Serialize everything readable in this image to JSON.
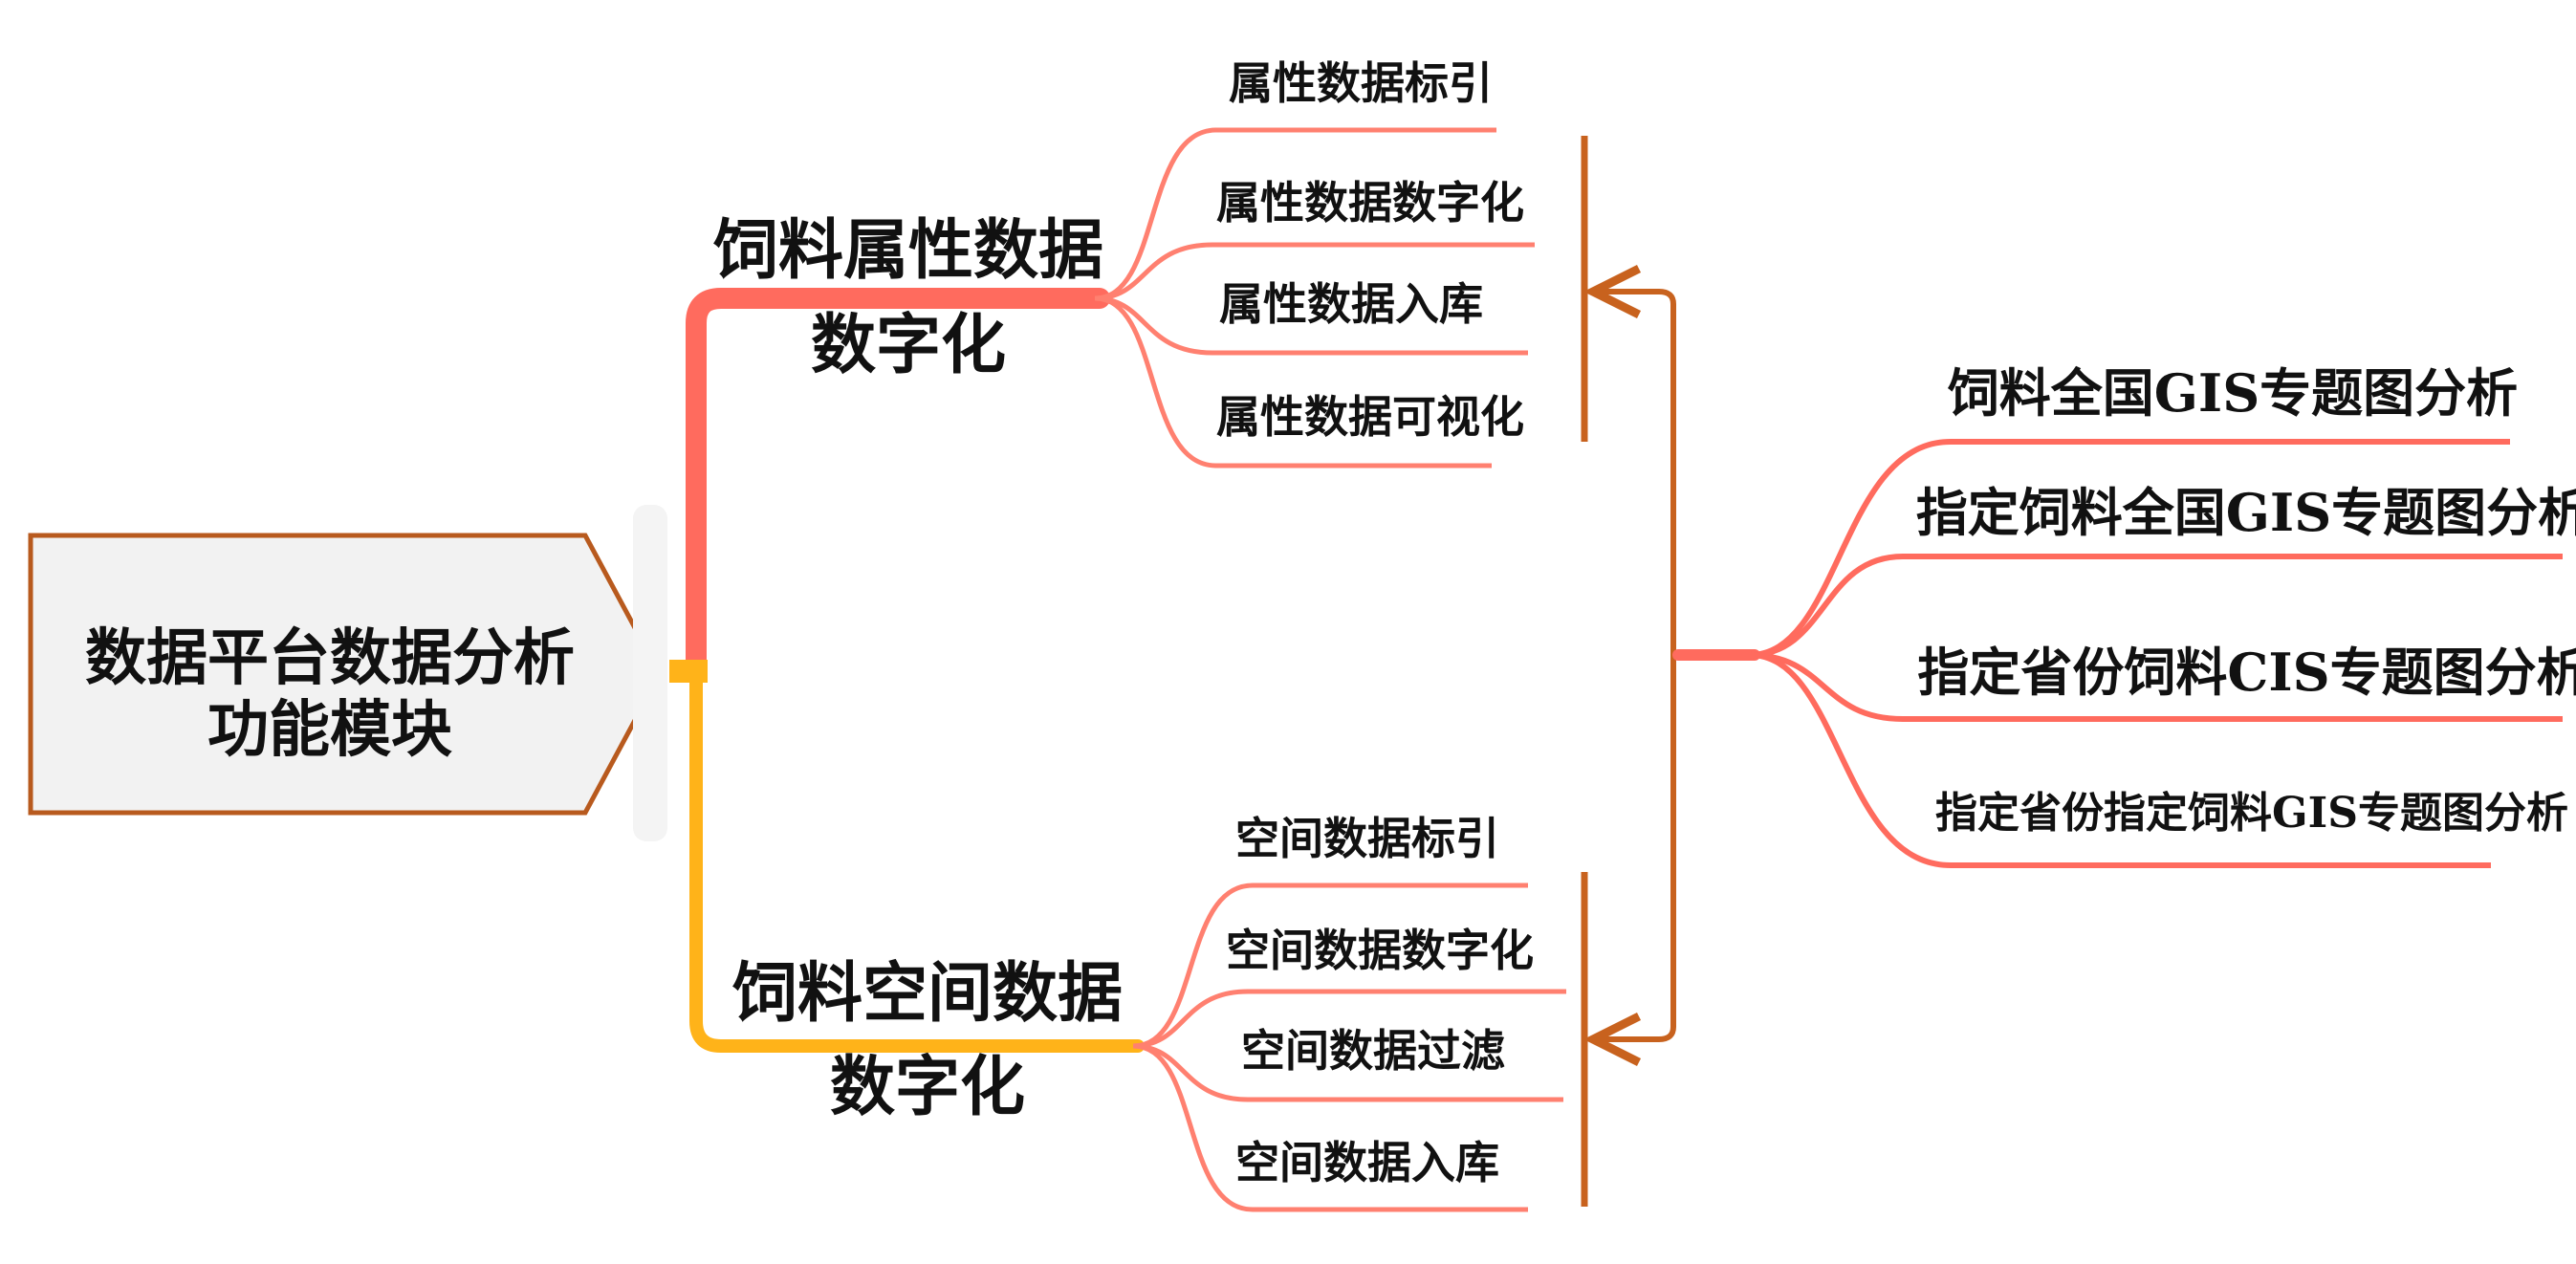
{
  "root": {
    "line1": "数据平台数据分析",
    "line2": "功能模块"
  },
  "branch_attribute": {
    "line1": "饲料属性数据",
    "line2": "数字化",
    "items": [
      "属性数据标引",
      "属性数据数字化",
      "属性数据入库",
      "属性数据可视化"
    ]
  },
  "branch_spatial": {
    "line1": "饲料空间数据",
    "line2": "数字化",
    "items": [
      "空间数据标引",
      "空间数据数字化",
      "空间数据过滤",
      "空间数据入库"
    ]
  },
  "analysis": {
    "items": [
      "饲料全国GIS专题图分析",
      "指定饲料全国GIS专题图分析",
      "指定省份饲料CIS专题图分析",
      "指定省份指定饲料GIS专题图分析"
    ]
  },
  "colors": {
    "red_branch": "#FF6B5E",
    "yellow_branch": "#FFB319",
    "leaf_line": "#FF8070",
    "bracket": "#C8621E",
    "root_border": "#B85A1E",
    "root_fill": "#F2F2F2"
  }
}
